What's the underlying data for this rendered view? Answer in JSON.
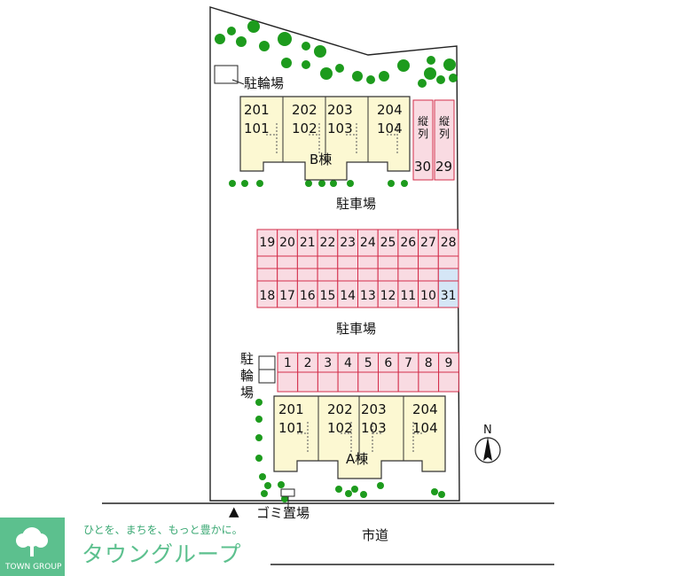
{
  "building_b": {
    "name": "B棟",
    "units_upper": [
      "201",
      "202",
      "203",
      "204"
    ],
    "units_lower": [
      "101",
      "102",
      "103",
      "104"
    ]
  },
  "building_a": {
    "name": "A棟",
    "units_upper": [
      "201",
      "202",
      "203",
      "204"
    ],
    "units_lower": [
      "101",
      "102",
      "103",
      "104"
    ]
  },
  "bicycle_parking_top": "駐輪場",
  "bicycle_parking_side": [
    "駐",
    "輪",
    "場"
  ],
  "parking_label_1": "駐車場",
  "parking_label_2": "駐車場",
  "tate_spaces": [
    {
      "label": [
        "縦",
        "列"
      ],
      "number": "30"
    },
    {
      "label": [
        "縦",
        "列"
      ],
      "number": "29"
    }
  ],
  "parking_row_top": [
    "19",
    "20",
    "21",
    "22",
    "23",
    "24",
    "25",
    "26",
    "27",
    "28"
  ],
  "parking_row_bottom": [
    "18",
    "17",
    "16",
    "15",
    "14",
    "13",
    "12",
    "11",
    "10",
    "31"
  ],
  "parking_row_front": [
    "1",
    "2",
    "3",
    "4",
    "5",
    "6",
    "7",
    "8",
    "9"
  ],
  "highlight_space": "31",
  "garbage_label": "ゴミ置場",
  "entrance_marker": "▲",
  "road_label": "市道",
  "compass_label": "N",
  "brand": {
    "slogan": "ひとを、まちを、もっと豊かに。",
    "name": "タウングループ",
    "logo_text": "TOWN GROUP"
  },
  "colors": {
    "building_fill": "#fcf8d2",
    "parking_fill": "#f9dbe2",
    "parking_stroke": "#d32c4a",
    "highlight_fill": "#d5e6f6",
    "tree": "#1d9b1d",
    "brand": "#5cc08e"
  }
}
